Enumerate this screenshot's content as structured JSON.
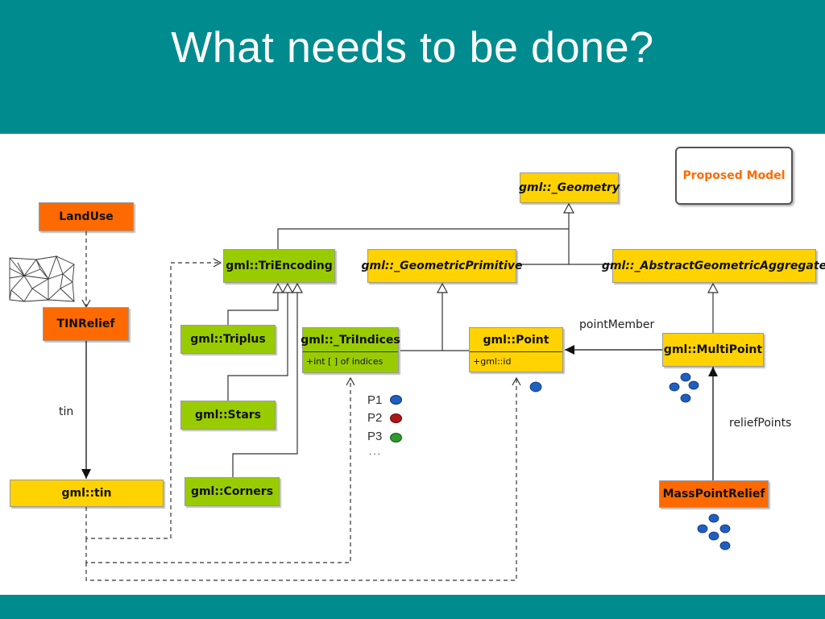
{
  "slide": {
    "title": "What needs to be done?"
  },
  "legend": {
    "proposed_model": "Proposed Model"
  },
  "classes": {
    "land_use": "LandUse",
    "tin_relief": "TINRelief",
    "gml_tin": "gml::tin",
    "tri_encoding": "gml::TriEncoding",
    "triplus": "gml::Triplus",
    "stars": "gml::Stars",
    "corners": "gml::Corners",
    "tri_indices": {
      "name": "gml::_TriIndices",
      "attr": "+int [ ] of indices"
    },
    "geometry": "gml::_Geometry",
    "geometric_primitive": "gml::_GeometricPrimitive",
    "abstract_geometric_aggregate": "gml::_AbstractGeometricAggregate",
    "point": {
      "name": "gml::Point",
      "attr": "+gml::id"
    },
    "multi_point": "gml::MultiPoint",
    "mass_point_relief": "MassPointRelief"
  },
  "associations": {
    "tin": "tin",
    "point_member": "pointMember",
    "relief_points": "reliefPoints"
  },
  "points_legend": {
    "p1": "P1",
    "p2": "P2",
    "p3": "P3",
    "more": "..."
  },
  "colors": {
    "header": "#008b8e",
    "orange": "#ff6a00",
    "yellow": "#ffd200",
    "green": "#99cc00",
    "point_blue": "#1f5fc0",
    "point_red": "#b01818",
    "point_green": "#2f9a2f"
  }
}
